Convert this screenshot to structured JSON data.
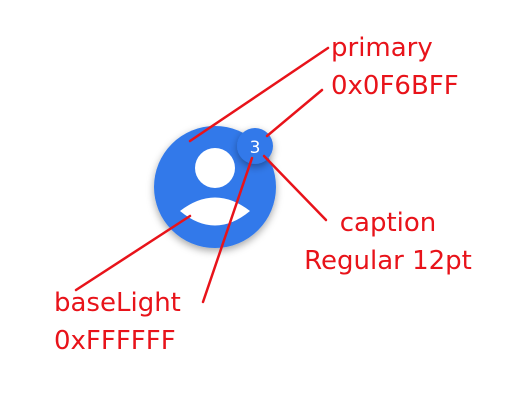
{
  "avatar": {
    "badge_count": "3",
    "primary_color": "#0F6BFF",
    "base_light_color": "#FFFFFF",
    "icon": "person-icon"
  },
  "annotations": {
    "primary": {
      "name": "primary",
      "value": "0x0F6BFF"
    },
    "caption": {
      "name": "caption",
      "value": "Regular 12pt"
    },
    "base_light": {
      "name": "baseLight",
      "value": "0xFFFFFF"
    }
  },
  "annotation_color": "#E8131A"
}
